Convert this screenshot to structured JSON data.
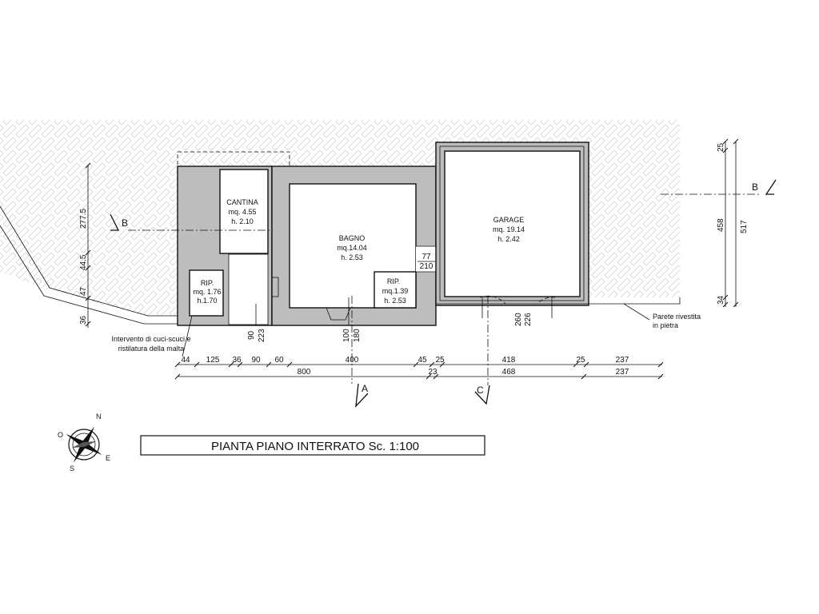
{
  "title": "PIANTA PIANO INTERRATO Sc. 1:100",
  "rooms": {
    "cantina": {
      "name": "CANTINA",
      "area": "mq. 4.55",
      "height": "h. 2.10"
    },
    "bagno": {
      "name": "BAGNO",
      "area": "mq.14.04",
      "height": "h. 2.53"
    },
    "garage": {
      "name": "GARAGE",
      "area": "mq. 19.14",
      "height": "h. 2.42"
    },
    "rip1": {
      "name": "RIP.",
      "area": "mq. 1.76",
      "height": "h.1.70"
    },
    "rip2": {
      "name": "RIP.",
      "area": "mq.1.39",
      "height": "h. 2.53"
    }
  },
  "notes": {
    "intervento_line1": "Intervento di cuci-scuci e",
    "intervento_line2": "ristilatura della malta",
    "parete_line1": "Parete rivestita",
    "parete_line2": "in pietra"
  },
  "sections": {
    "a": "A",
    "b": "B",
    "c": "C"
  },
  "dimensions": {
    "row1": [
      "44",
      "125",
      "36",
      "90",
      "60",
      "400",
      "45",
      "25",
      "418",
      "25",
      "237"
    ],
    "row2": [
      "800",
      "23",
      "468",
      "237"
    ],
    "left_vertical": [
      "277.5",
      "44.5",
      "47",
      "36"
    ],
    "right_vertical": [
      "25",
      "458",
      "517",
      "34"
    ],
    "openings": [
      "77",
      "210",
      "90",
      "223",
      "100",
      "180",
      "260",
      "226"
    ]
  },
  "compass": {
    "n": "N",
    "e": "E",
    "s": "S",
    "o": "O"
  }
}
